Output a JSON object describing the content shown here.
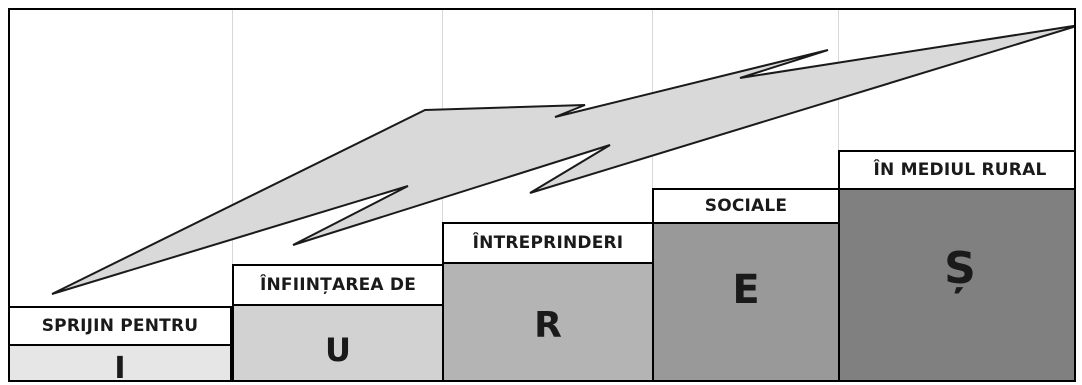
{
  "steps": [
    {
      "label": "SPRIJIN PENTRU",
      "letter": "I",
      "fill": "#e6e6e6"
    },
    {
      "label": "ÎNFIINȚAREA DE",
      "letter": "U",
      "fill": "#d2d2d2"
    },
    {
      "label": "ÎNTREPRINDERI",
      "letter": "R",
      "fill": "#b4b4b4"
    },
    {
      "label": "SOCIALE",
      "letter": "E",
      "fill": "#999999"
    },
    {
      "label": "ÎN MEDIUL RURAL",
      "letter": "Ș",
      "fill": "#808080"
    }
  ],
  "arrow": {
    "fill": "#d9d9d9",
    "stroke": "#1a1a1a"
  }
}
